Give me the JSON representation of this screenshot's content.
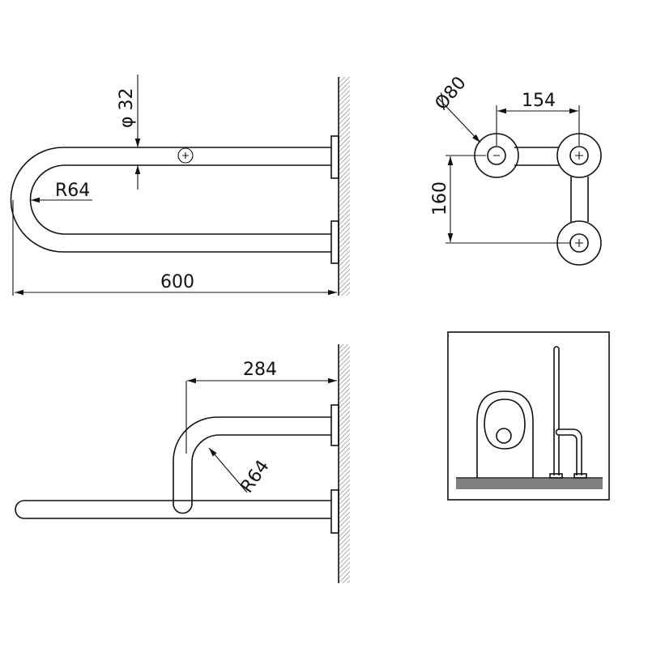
{
  "views": {
    "front": {
      "diameter_label": "φ 32",
      "radius_label": "R64",
      "length_label": "600"
    },
    "top": {
      "flange_diameter_label": "Ø80",
      "spacing_label": "154",
      "depth_label": "160"
    },
    "side": {
      "reach_label": "284",
      "radius_label": "R64"
    },
    "installation_illustration": {}
  },
  "colors": {
    "line": "#111111",
    "floor": "#808080"
  }
}
